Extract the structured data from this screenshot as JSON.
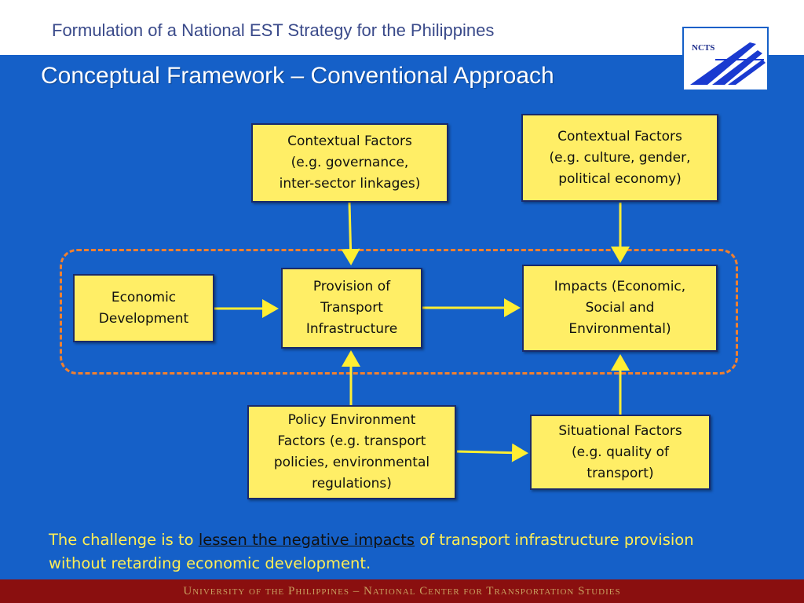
{
  "header": {
    "title": "Formulation of a National EST Strategy for the Philippines",
    "logo_text": "NCTS"
  },
  "slide": {
    "title": "Conceptual Framework – Conventional Approach"
  },
  "diagram": {
    "boxes": {
      "context_governance": "Contextual Factors\n(e.g. governance,\ninter-sector linkages)",
      "context_culture": "Contextual Factors\n(e.g. culture, gender,\npolitical economy)",
      "economic_development": "Economic\nDevelopment",
      "transport_infrastructure": "Provision of\nTransport\nInfrastructure",
      "impacts": "Impacts (Economic,\nSocial and\nEnvironmental)",
      "policy_environment": "Policy Environment\nFactors (e.g. transport\npolicies, environmental\nregulations)",
      "situational_factors": "Situational Factors\n(e.g. quality of\ntransport)"
    },
    "colors": {
      "background": "#1560c8",
      "box_fill": "#ffee66",
      "arrow": "#ffee33",
      "dashed_frame": "#f08030"
    }
  },
  "caption": {
    "part1": "The challenge is to ",
    "highlight": "lessen the negative impacts",
    "part2": " of transport infrastructure provision without retarding economic development."
  },
  "footer": {
    "text": "University of the Philippines – National Center for Transportation Studies"
  }
}
